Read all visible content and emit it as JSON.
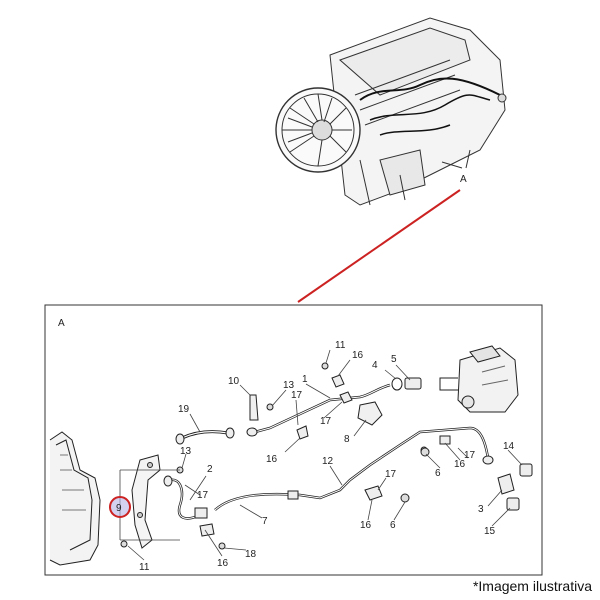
{
  "overview": {
    "section_marker": "A"
  },
  "detail": {
    "section_label": "A",
    "highlighted_part": "9",
    "callouts": {
      "c11a": "11",
      "c16a": "16",
      "c4": "4",
      "c5": "5",
      "c10": "10",
      "c13a": "13",
      "c1": "1",
      "c17a": "17",
      "c17b": "17",
      "c19": "19",
      "c8": "8",
      "c16b": "16",
      "c12": "12",
      "c14": "14",
      "c13b": "13",
      "c2": "2",
      "c17c": "17",
      "c17d": "17",
      "c17e": "17",
      "c16c": "16",
      "c6a": "6",
      "c7": "7",
      "c16d": "16",
      "c6b": "6",
      "c3": "3",
      "c15": "15",
      "c9": "9",
      "c16e": "16",
      "c18": "18",
      "c11b": "11"
    }
  },
  "footer": {
    "note": "*Imagem ilustrativa"
  },
  "colors": {
    "leader_red": "#cc2222",
    "line": "#222222",
    "highlight": "#8a7fd0"
  }
}
